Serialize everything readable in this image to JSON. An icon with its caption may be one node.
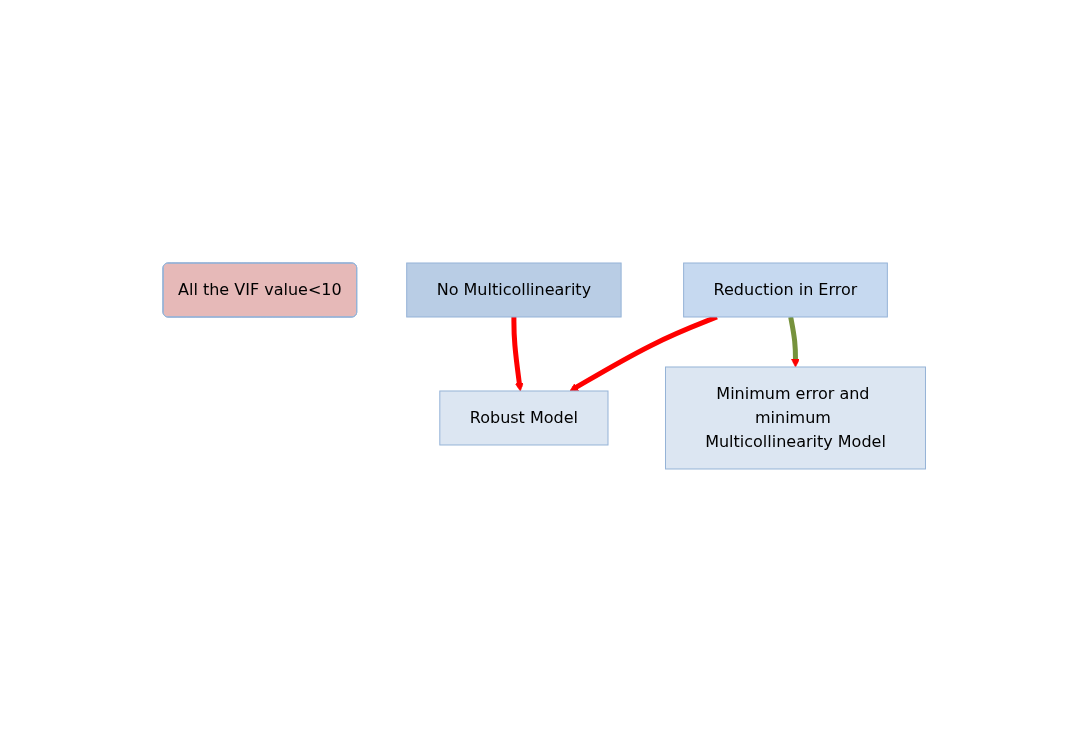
{
  "diagram": {
    "nodes": [
      {
        "text": [
          "All the VIF value<10"
        ]
      },
      {
        "text": [
          "Robust Model"
        ]
      },
      {
        "text": [
          "Reduction in Error"
        ]
      },
      {
        "text": [
          "No Multicollinearity"
        ]
      },
      {
        "text": [
          "Minimum error and minimum Multicollinearity Model"
        ]
      }
    ],
    "edges": [
      {
        "from": 2,
        "to": 1,
        "arrow": "to"
      },
      {
        "from": 3,
        "to": 1,
        "arrow": "to"
      },
      {
        "from": 2,
        "to": 4,
        "arrow": "to",
        "color": "#76923c"
      }
    ]
  }
}
